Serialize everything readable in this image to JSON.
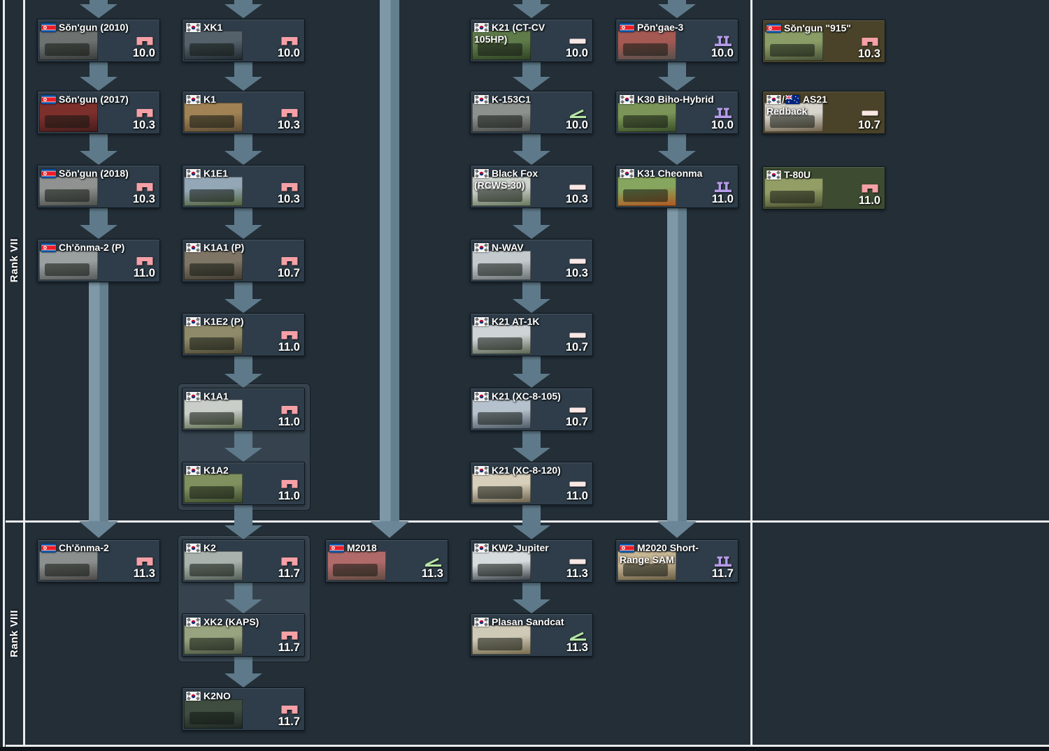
{
  "page_title": "Ground vehicles research tree — Korea (Rank VII–VIII)",
  "colors": {
    "page_bg": "#232e37",
    "card_bg": "#2e3d49",
    "premium_card_bg": "#4a4329",
    "squadron_card_bg": "#3d4c31",
    "group_bg": "#36434e",
    "arrow": "#5e7a8a",
    "long_line": "#7e98a7",
    "separator": "#e9ebed",
    "icon_medium_tank": "#f5a0a6",
    "icon_light_tank": "#f9e7e5",
    "icon_tank_destroyer": "#b7e5a5",
    "icon_spaa": "#b89ce8"
  },
  "ranks": [
    {
      "label": "Rank VII"
    },
    {
      "label": "Rank VIII"
    }
  ],
  "vehicles": [
    {
      "id": "songun-2010",
      "name": "Sŏn'gun (2010)",
      "flag": "nk",
      "type": "medium_tank",
      "br": "10.0",
      "rank": "VII",
      "col": "c1",
      "row": "r1",
      "style": "regular",
      "thumb": [
        "#6d7170",
        "#383b3a"
      ]
    },
    {
      "id": "songun-2017",
      "name": "Sŏn'gun (2017)",
      "flag": "nk",
      "type": "medium_tank",
      "br": "10.3",
      "rank": "VII",
      "col": "c1",
      "row": "r2",
      "style": "regular",
      "thumb": [
        "#7d2f2c",
        "#451c1c"
      ]
    },
    {
      "id": "songun-2018",
      "name": "Sŏn'gun (2018)",
      "flag": "nk",
      "type": "medium_tank",
      "br": "10.3",
      "rank": "VII",
      "col": "c1",
      "row": "r3",
      "style": "regular",
      "thumb": [
        "#8f9290",
        "#4c4f4c"
      ]
    },
    {
      "id": "chonma-2-p",
      "name": "Ch'ŏnma-2 (P)",
      "flag": "nk",
      "type": "medium_tank",
      "br": "11.0",
      "rank": "VII",
      "col": "c1",
      "row": "r4",
      "style": "regular",
      "thumb": [
        "#9aa0a0",
        "#55595a"
      ]
    },
    {
      "id": "xk1",
      "name": "XK1",
      "flag": "kr",
      "type": "medium_tank",
      "br": "10.0",
      "rank": "VII",
      "col": "c2",
      "row": "r1",
      "style": "regular",
      "thumb": [
        "#54616b",
        "#20292f"
      ]
    },
    {
      "id": "k1",
      "name": "K1",
      "flag": "kr",
      "type": "medium_tank",
      "br": "10.3",
      "rank": "VII",
      "col": "c2",
      "row": "r2",
      "style": "regular",
      "thumb": [
        "#a08255",
        "#5c4a33"
      ]
    },
    {
      "id": "k1e1",
      "name": "K1E1",
      "flag": "kr",
      "type": "medium_tank",
      "br": "10.3",
      "rank": "VII",
      "col": "c2",
      "row": "r3",
      "style": "regular",
      "thumb": [
        "#93a7b7",
        "#4f6039"
      ]
    },
    {
      "id": "k1a1-p",
      "name": "K1A1 (P)",
      "flag": "kr",
      "type": "medium_tank",
      "br": "10.7",
      "rank": "VII",
      "col": "c2",
      "row": "r4",
      "style": "regular",
      "thumb": [
        "#7e7566",
        "#3f3a30"
      ]
    },
    {
      "id": "k1e2-p",
      "name": "K1E2 (P)",
      "flag": "kr",
      "type": "medium_tank",
      "br": "11.0",
      "rank": "VII",
      "col": "c2",
      "row": "r5",
      "style": "regular",
      "thumb": [
        "#8f8a69",
        "#4b4733"
      ]
    },
    {
      "id": "k1a1",
      "name": "K1A1",
      "flag": "kr",
      "type": "medium_tank",
      "br": "11.0",
      "rank": "VII",
      "col": "c2",
      "row": "r6",
      "style": "regular",
      "thumb": [
        "#c9cec9",
        "#5d6b4e"
      ]
    },
    {
      "id": "k1a2",
      "name": "K1A2",
      "flag": "kr",
      "type": "medium_tank",
      "br": "11.0",
      "rank": "VII",
      "col": "c2",
      "row": "r7",
      "style": "regular",
      "thumb": [
        "#80905f",
        "#3c4a2c"
      ]
    },
    {
      "id": "k21-ctcv",
      "name": "K21 (CT-CV 105HP)",
      "name_lines": [
        "K21 (CT-CV",
        "105HP)"
      ],
      "flag": "kr",
      "type": "light_tank",
      "br": "10.0",
      "rank": "VII",
      "col": "c4",
      "row": "r1",
      "style": "regular",
      "thumb": [
        "#5f7b4a",
        "#2f4224"
      ]
    },
    {
      "id": "k153c1",
      "name": "K-153C1",
      "flag": "kr",
      "type": "tank_destroyer",
      "br": "10.0",
      "rank": "VII",
      "col": "c4",
      "row": "r2",
      "style": "regular",
      "thumb": [
        "#8d918e",
        "#474a48"
      ]
    },
    {
      "id": "black-fox",
      "name": "Black Fox (RCWS-30)",
      "name_lines": [
        "Black Fox",
        "(RCWS-30)"
      ],
      "flag": "kr",
      "type": "light_tank",
      "br": "10.3",
      "rank": "VII",
      "col": "c4",
      "row": "r3",
      "style": "regular",
      "thumb": [
        "#ccd2cc",
        "#66755c"
      ]
    },
    {
      "id": "n-wav",
      "name": "N-WAV",
      "flag": "kr",
      "type": "light_tank",
      "br": "10.3",
      "rank": "VII",
      "col": "c4",
      "row": "r4",
      "style": "regular",
      "thumb": [
        "#c3c9cd",
        "#6a7173"
      ]
    },
    {
      "id": "k21-at1k",
      "name": "K21 AT-1K",
      "flag": "kr",
      "type": "light_tank",
      "br": "10.7",
      "rank": "VII",
      "col": "c4",
      "row": "r5",
      "style": "regular",
      "thumb": [
        "#ced3d6",
        "#59634f"
      ]
    },
    {
      "id": "k21-xc8-105",
      "name": "K21 (XC-8-105)",
      "flag": "kr",
      "type": "light_tank",
      "br": "10.7",
      "rank": "VII",
      "col": "c4",
      "row": "r6",
      "style": "regular",
      "thumb": [
        "#b5c1cc",
        "#4b5663"
      ]
    },
    {
      "id": "k21-xc8-120",
      "name": "K21 (XC-8-120)",
      "flag": "kr",
      "type": "light_tank",
      "br": "11.0",
      "rank": "VII",
      "col": "c4",
      "row": "r7",
      "style": "regular",
      "thumb": [
        "#d8cfba",
        "#6a614d"
      ]
    },
    {
      "id": "pongae-3",
      "name": "Pŏn'gae-3",
      "flag": "nk",
      "type": "spaa",
      "br": "10.0",
      "rank": "VII",
      "col": "c5",
      "row": "r1",
      "style": "regular",
      "thumb": [
        "#a45953",
        "#53504c"
      ]
    },
    {
      "id": "k30-biho",
      "name": "K30 Biho-Hybrid",
      "flag": "kr",
      "type": "spaa",
      "br": "10.0",
      "rank": "VII",
      "col": "c5",
      "row": "r2",
      "style": "regular",
      "thumb": [
        "#7b9558",
        "#394d28"
      ]
    },
    {
      "id": "k31-cheonma",
      "name": "K31 Cheonma",
      "flag": "kr",
      "type": "spaa",
      "br": "11.0",
      "rank": "VII",
      "col": "c5",
      "row": "r3",
      "style": "regular",
      "thumb": [
        "#86a55e",
        "#b3561f"
      ]
    },
    {
      "id": "songun-915",
      "name": "Sŏn'gun \"915\"",
      "flag": "nk",
      "type": "medium_tank",
      "br": "10.3",
      "rank": "VII",
      "col": "p",
      "row": "p1",
      "style": "premium",
      "thumb": [
        "#8b9d67",
        "#475136"
      ]
    },
    {
      "id": "as21-redback",
      "name": "AS21 Redback",
      "name_lines": [
        "AS21",
        "Redback"
      ],
      "flag": "kr_au",
      "type": "light_tank",
      "br": "10.7",
      "rank": "VII",
      "col": "p",
      "row": "p2",
      "style": "premium",
      "thumb": [
        "#d7d4cb",
        "#6b5c46"
      ]
    },
    {
      "id": "t-80u",
      "name": "T-80U",
      "flag": "kr",
      "type": "medium_tank",
      "br": "11.0",
      "rank": "VII",
      "col": "p",
      "row": "p3",
      "style": "squadron",
      "thumb": [
        "#939e66",
        "#4a5132"
      ]
    },
    {
      "id": "chonma-2",
      "name": "Ch'ŏnma-2",
      "flag": "nk",
      "type": "medium_tank",
      "br": "11.3",
      "rank": "VIII",
      "col": "c1",
      "row": "r8a",
      "style": "regular",
      "thumb": [
        "#8b8f8e",
        "#4a4745"
      ]
    },
    {
      "id": "k2",
      "name": "K2",
      "flag": "kr",
      "type": "medium_tank",
      "br": "11.7",
      "rank": "VIII",
      "col": "c2",
      "row": "r8a",
      "style": "regular",
      "thumb": [
        "#a9b2ac",
        "#525d55"
      ]
    },
    {
      "id": "xk2-kaps",
      "name": "XK2 (KAPS)",
      "flag": "kr",
      "type": "medium_tank",
      "br": "11.7",
      "rank": "VIII",
      "col": "c2",
      "row": "r8b",
      "style": "regular",
      "thumb": [
        "#98a37f",
        "#485240"
      ]
    },
    {
      "id": "k2no",
      "name": "K2NO",
      "flag": "kr",
      "type": "medium_tank",
      "br": "11.7",
      "rank": "VIII",
      "col": "c2",
      "row": "r8c",
      "style": "regular",
      "thumb": [
        "#3f4d41",
        "#1f2823"
      ]
    },
    {
      "id": "m2018",
      "name": "M2018",
      "flag": "nk",
      "type": "tank_destroyer",
      "br": "11.3",
      "rank": "VIII",
      "col": "c3",
      "row": "r8a",
      "style": "regular",
      "thumb": [
        "#b06a6a",
        "#5f4c42"
      ]
    },
    {
      "id": "kw2-jupiter",
      "name": "KW2 Jupiter",
      "flag": "kr",
      "type": "light_tank",
      "br": "11.3",
      "rank": "VIII",
      "col": "c4",
      "row": "r8a",
      "style": "regular",
      "thumb": [
        "#d6dbde",
        "#373e44"
      ]
    },
    {
      "id": "plasan-sandcat",
      "name": "Plasan Sandcat",
      "flag": "kr",
      "type": "tank_destroyer",
      "br": "11.3",
      "rank": "VIII",
      "col": "c4",
      "row": "r8b",
      "style": "regular",
      "thumb": [
        "#cfc9b7",
        "#756b4d"
      ]
    },
    {
      "id": "m2020",
      "name": "M2020 Short-Range SAM",
      "name_lines": [
        "M2020 Short-",
        "Range SAM"
      ],
      "flag": "nk",
      "type": "spaa",
      "br": "11.7",
      "rank": "VIII",
      "col": "c5",
      "row": "r8a",
      "style": "regular",
      "thumb": [
        "#c8b795",
        "#665b42"
      ]
    }
  ],
  "groups": [
    {
      "col": "c2",
      "from_row": "r6",
      "to_row": "r7"
    },
    {
      "col": "c2",
      "from_row": "r8a",
      "to_row": "r8b"
    }
  ],
  "connections": [
    [
      "songun-2010",
      "songun-2017"
    ],
    [
      "songun-2017",
      "songun-2018"
    ],
    [
      "songun-2018",
      "chonma-2-p"
    ],
    [
      "xk1",
      "k1"
    ],
    [
      "k1",
      "k1e1"
    ],
    [
      "k1e1",
      "k1a1-p"
    ],
    [
      "k1a1-p",
      "k1e2-p"
    ],
    [
      "k1e2-p",
      "k1a1"
    ],
    [
      "k1a1",
      "k1a2"
    ],
    [
      "k1a2",
      "k2"
    ],
    [
      "k2",
      "xk2-kaps"
    ],
    [
      "xk2-kaps",
      "k2no"
    ],
    [
      "k21-ctcv",
      "k153c1"
    ],
    [
      "k153c1",
      "black-fox"
    ],
    [
      "black-fox",
      "n-wav"
    ],
    [
      "n-wav",
      "k21-at1k"
    ],
    [
      "k21-at1k",
      "k21-xc8-105"
    ],
    [
      "k21-xc8-105",
      "k21-xc8-120"
    ],
    [
      "k21-xc8-120",
      "kw2-jupiter"
    ],
    [
      "kw2-jupiter",
      "plasan-sandcat"
    ],
    [
      "pongae-3",
      "k30-biho"
    ],
    [
      "k30-biho",
      "k31-cheonma"
    ]
  ],
  "long_lines": [
    {
      "from": "top",
      "to": "m2018"
    },
    {
      "from": "chonma-2-p",
      "to": "chonma-2"
    },
    {
      "from": "k31-cheonma",
      "to": "m2020"
    }
  ],
  "top_stubs": [
    "songun-2010",
    "xk1",
    "k21-ctcv",
    "pongae-3"
  ],
  "flag_names": {
    "nk": "flag-north-korea-icon",
    "kr": "flag-south-korea-icon",
    "au": "flag-australia-icon"
  },
  "type_icon_names": {
    "medium_tank": "medium-tank-icon",
    "light_tank": "light-tank-icon",
    "tank_destroyer": "tank-destroyer-icon",
    "spaa": "spaa-icon"
  }
}
